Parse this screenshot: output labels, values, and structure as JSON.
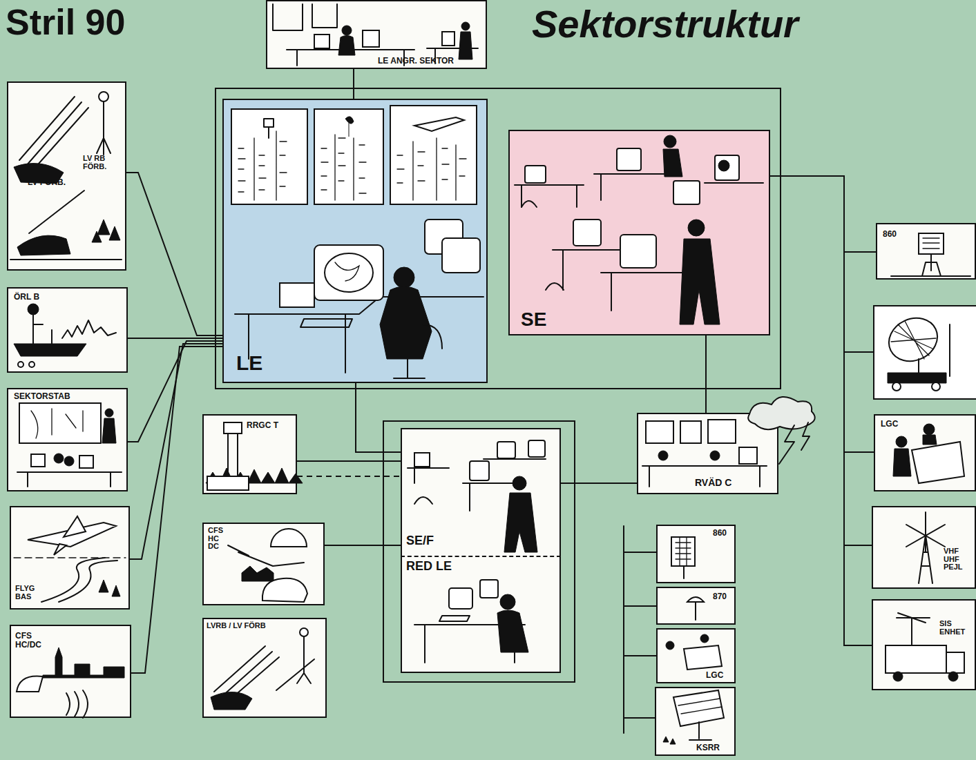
{
  "diagram": {
    "title": "Sektorstruktur",
    "nodes": [
      {
        "text": [
          "LE ANGR. SEKTOR"
        ]
      },
      {
        "text": [
          "LV RB FÖRB.",
          "LV FÖRB."
        ]
      },
      {
        "text": [
          "ÖRL B"
        ]
      },
      {
        "text": [
          "SEKTORSTAB"
        ]
      },
      {
        "text": [
          "FLYG BAS"
        ]
      },
      {
        "text": [
          "CFS HC/DC"
        ]
      },
      {
        "text": [
          "LE"
        ]
      },
      {
        "text": [
          "SE"
        ]
      },
      {
        "text": [
          "RRGC T"
        ]
      },
      {
        "text": [
          "CFS HC DC"
        ]
      },
      {
        "text": [
          "LVRB / LV FÖRB"
        ]
      },
      {
        "text": [
          "SE/F"
        ]
      },
      {
        "text": [
          "RED LE"
        ]
      },
      {
        "text": [
          "RVÄD C"
        ]
      },
      {
        "text": [
          "860"
        ]
      },
      {
        "text": [
          "870"
        ]
      },
      {
        "text": [
          "LGC"
        ]
      },
      {
        "text": [
          "KSRR"
        ]
      },
      {
        "text": [
          "860"
        ]
      },
      {
        "text": [
          "LGC"
        ]
      },
      {
        "text": [
          "VHF UHF PEJL"
        ]
      },
      {
        "text": [
          "SIS ENHET"
        ]
      }
    ],
    "edges": [
      {
        "from": 0,
        "to": 6,
        "arrow": "none"
      },
      {
        "from": 1,
        "to": 6,
        "arrow": "none"
      },
      {
        "from": 2,
        "to": 6,
        "arrow": "none"
      },
      {
        "from": 3,
        "to": 6,
        "arrow": "none"
      },
      {
        "from": 4,
        "to": 6,
        "arrow": "none"
      },
      {
        "from": 5,
        "to": 6,
        "arrow": "none"
      },
      {
        "from": 7,
        "to": 18,
        "arrow": "none"
      },
      {
        "from": 7,
        "to": 19,
        "arrow": "none"
      },
      {
        "from": 7,
        "to": 20,
        "arrow": "none"
      },
      {
        "from": 7,
        "to": 21,
        "arrow": "none"
      },
      {
        "from": 7,
        "to": 13,
        "arrow": "none"
      },
      {
        "from": 6,
        "to": 11,
        "arrow": "none"
      },
      {
        "from": 8,
        "to": 11,
        "arrow": "none"
      },
      {
        "from": 8,
        "to": 11,
        "arrow": "none"
      },
      {
        "from": 9,
        "to": 11,
        "arrow": "none"
      },
      {
        "from": 11,
        "to": 13,
        "arrow": "none"
      }
    ],
    "labels": [
      "Stril 90"
    ]
  }
}
